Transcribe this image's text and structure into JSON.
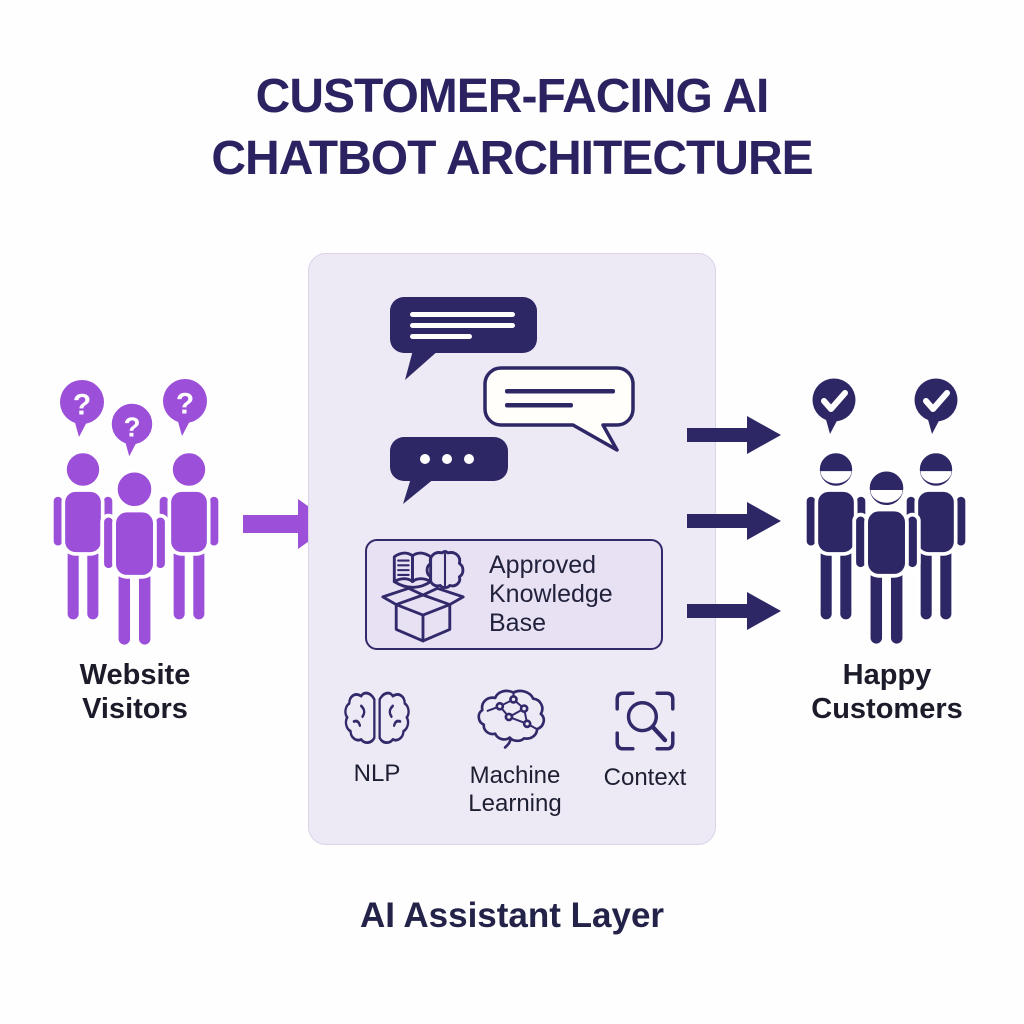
{
  "title": {
    "line1": "CUSTOMER-FACING AI",
    "line2": "CHATBOT ARCHITECTURE"
  },
  "actors": {
    "visitors_label": "Website Visitors",
    "customers_label": "Happy Customers"
  },
  "assistant_layer": {
    "caption": "AI Assistant Layer",
    "knowledge_box_label": "Approved Knowledge Base",
    "capabilities": [
      {
        "label": "NLP",
        "icon": "brain-icon"
      },
      {
        "label": "Machine Learning",
        "icon": "neural-network-brain-icon"
      },
      {
        "label": "Context",
        "icon": "search-focus-icon"
      }
    ]
  },
  "icons": {
    "question_glyph": "?"
  },
  "colors": {
    "purple": "#9C4FD8",
    "navy": "#2E2766",
    "panel_bg": "#EDE9F5",
    "knowledge_box_bg": "#E8E1F4",
    "title_text": "#2B2262",
    "label_text": "#1B1B2A",
    "background": "#FEFEFE"
  }
}
